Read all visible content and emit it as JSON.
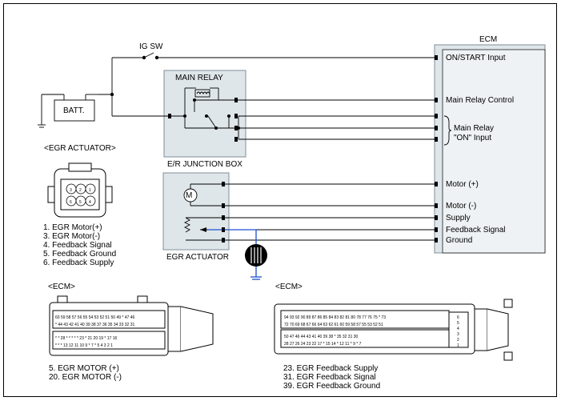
{
  "ecm_box": {
    "title": "ECM",
    "pins": [
      "ON/START Input",
      "Main Relay Control",
      "Main Relay",
      "\"ON\" Input",
      "Motor (+)",
      "Motor (-)",
      "Supply",
      "Feedback Signal",
      "Ground"
    ]
  },
  "ig_sw": "IG SW",
  "battery": "BATT.",
  "main_relay": "MAIN RELAY",
  "junction_box": "E/R JUNCTION BOX",
  "actuator_title": "<EGR ACTUATOR>",
  "actuator_label": "EGR ACTUATOR",
  "motor_symbol": "M",
  "actuator_connector_pins": [
    "3",
    "2",
    "1",
    "6",
    "5",
    "4"
  ],
  "actuator_pins_list": [
    "1. EGR Motor(+)",
    "3. EGR Motor(-)",
    "4. Feedback Signal",
    "5. Feedback Ground",
    "6. Feedback Supply"
  ],
  "ecm_left": {
    "title": "<ECM>",
    "row1": "60 59 58 57 56 55 54 53 52 51  50  49  *  47 46",
    "row2": "*  44 43 42 41 40 39 38 37 36 35 34 33 32 31",
    "row3": "* * 28 * * * * * 23 * 21 20 19 * 17 16",
    "row4": "* * * 13 12 11 10 9 * 7 * 5 4 3 2 1",
    "notes": [
      "5. EGR MOTOR (+)",
      "20. EGR MOTOR (-)"
    ]
  },
  "ecm_right": {
    "title": "<ECM>",
    "row1": "94 93 92  90 89  87 86 85 84 83 82 81 80  78 77 76 75 * 73",
    "row2": "72  70 69 68 67 66  64 63 62 61 60 59 58 57  55  53 52 51",
    "row3": "50  47 46  44 43  41 40 39 38 * 35  32 31 30",
    "row4": "28 27 26  24 23 22  17 * 15 14 * 12 11 * 9 * 7",
    "side": [
      "6",
      "5",
      "4",
      "3",
      "2",
      "1"
    ],
    "notes": [
      "23. EGR Feedback Supply",
      "31. EGR Feedback Signal",
      "39. EGR Feedback Ground"
    ]
  }
}
